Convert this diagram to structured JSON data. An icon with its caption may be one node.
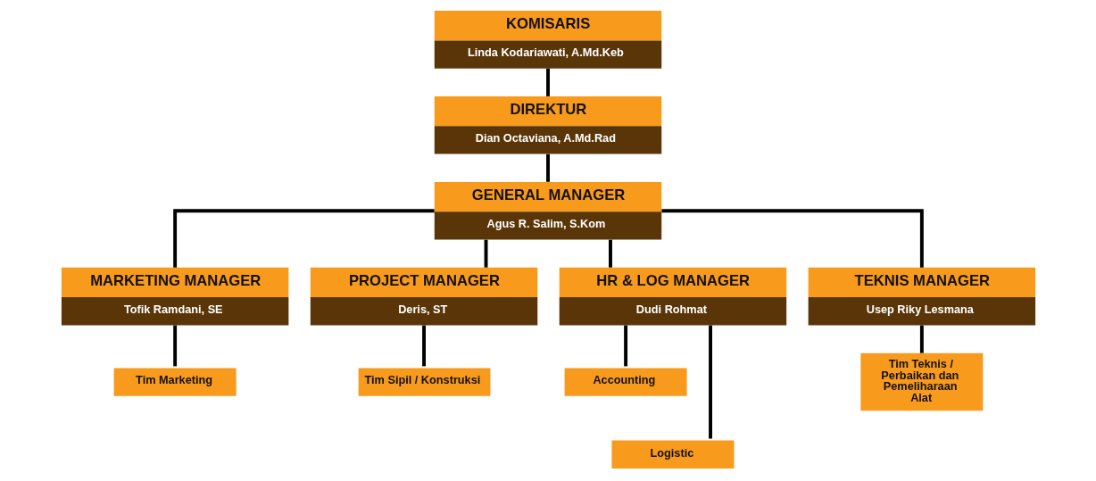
{
  "diagram": {
    "nodes": [
      {
        "text": [
          "KOMISARIS",
          "Linda Kodariawati, A.Md.Keb"
        ]
      },
      {
        "text": [
          "DIREKTUR",
          "Dian Octaviana, A.Md.Rad"
        ]
      },
      {
        "text": [
          "GENERAL MANAGER",
          "Agus R. Salim, S.Kom"
        ]
      },
      {
        "text": [
          "MARKETING MANAGER",
          "Tofik Ramdani, SE"
        ]
      },
      {
        "text": [
          "PROJECT MANAGER",
          "Deris, ST"
        ]
      },
      {
        "text": [
          "HR & LOG MANAGER",
          "Dudi Rohmat"
        ]
      },
      {
        "text": [
          "TEKNIS MANAGER",
          "Usep Riky Lesmana"
        ]
      },
      {
        "text": [
          "Tim Marketing"
        ]
      },
      {
        "text": [
          "Tim Sipil / Konstruksi"
        ]
      },
      {
        "text": [
          "Accounting"
        ]
      },
      {
        "text": [
          "Logistic"
        ]
      },
      {
        "text": [
          "Tim Teknis / Perbaikan dan Pemeliharaan Alat"
        ]
      }
    ],
    "edges": [
      {
        "from": 0,
        "to": 1,
        "arrow": "none"
      },
      {
        "from": 1,
        "to": 2,
        "arrow": "none"
      },
      {
        "from": 2,
        "to": 3,
        "arrow": "none"
      },
      {
        "from": 2,
        "to": 4,
        "arrow": "none"
      },
      {
        "from": 2,
        "to": 5,
        "arrow": "none"
      },
      {
        "from": 2,
        "to": 6,
        "arrow": "none"
      },
      {
        "from": 3,
        "to": 7,
        "arrow": "none"
      },
      {
        "from": 4,
        "to": 8,
        "arrow": "none"
      },
      {
        "from": 5,
        "to": 9,
        "arrow": "none"
      },
      {
        "from": 5,
        "to": 10,
        "arrow": "none"
      },
      {
        "from": 6,
        "to": 11,
        "arrow": "none"
      }
    ]
  }
}
